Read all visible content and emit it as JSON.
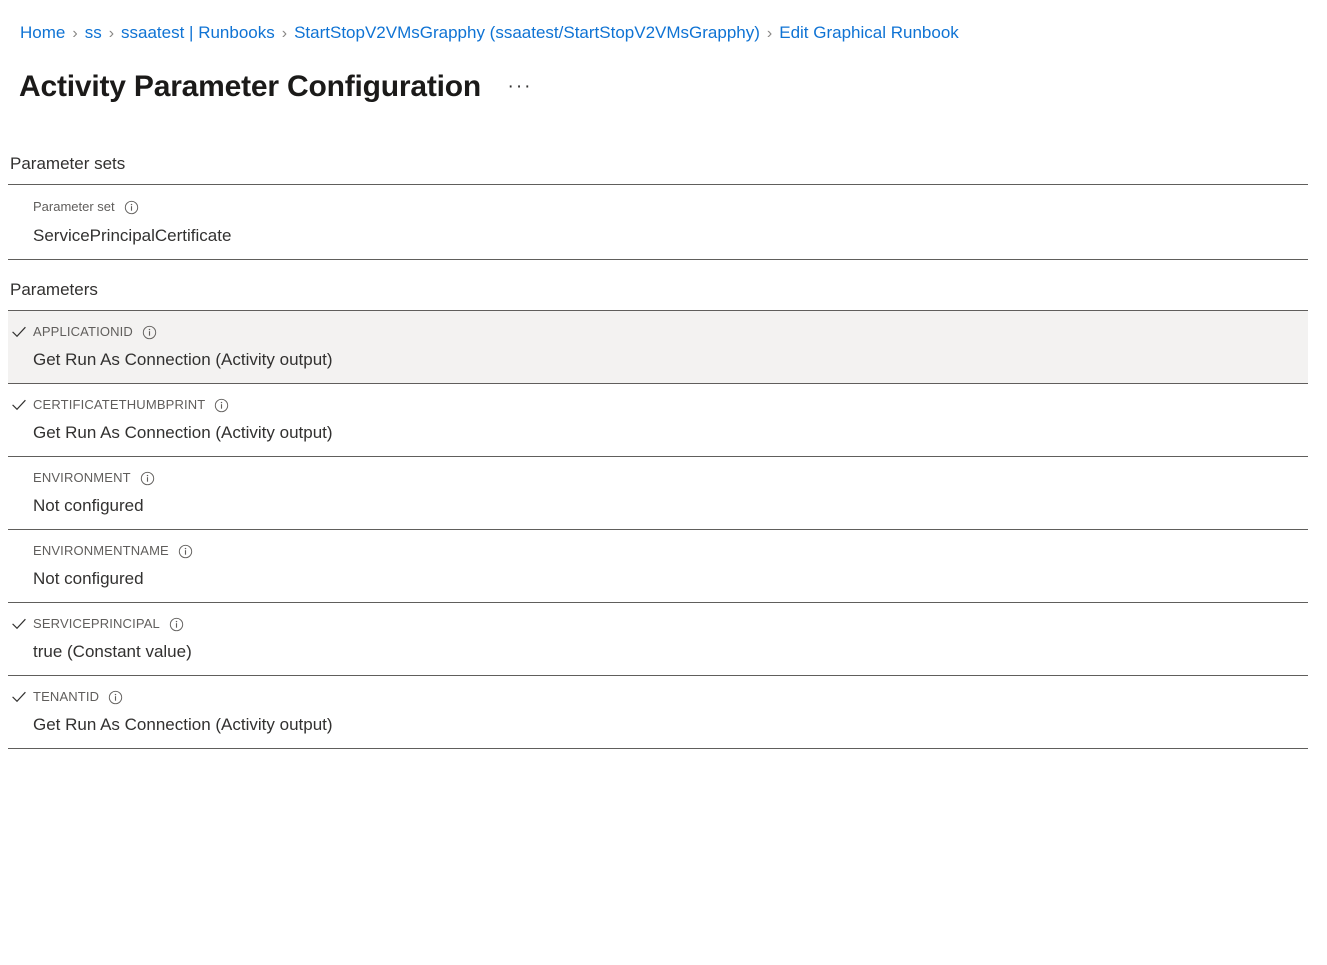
{
  "breadcrumb": {
    "separator": "›",
    "items": [
      {
        "label": "Home"
      },
      {
        "label": "ss"
      },
      {
        "label": "ssaatest | Runbooks"
      },
      {
        "label": "StartStopV2VMsGrapphy (ssaatest/StartStopV2VMsGrapphy)"
      },
      {
        "label": "Edit Graphical Runbook"
      }
    ]
  },
  "header": {
    "title": "Activity Parameter Configuration",
    "more_label": "···"
  },
  "sections": {
    "parameter_sets": {
      "heading": "Parameter sets",
      "field_label": "Parameter set",
      "field_value": "ServicePrincipalCertificate"
    },
    "parameters": {
      "heading": "Parameters",
      "rows": [
        {
          "name": "APPLICATIONID",
          "value": "Get Run As Connection (Activity output)",
          "configured": true,
          "selected": true
        },
        {
          "name": "CERTIFICATETHUMBPRINT",
          "value": "Get Run As Connection (Activity output)",
          "configured": true,
          "selected": false
        },
        {
          "name": "ENVIRONMENT",
          "value": "Not configured",
          "configured": false,
          "selected": false
        },
        {
          "name": "ENVIRONMENTNAME",
          "value": "Not configured",
          "configured": false,
          "selected": false
        },
        {
          "name": "SERVICEPRINCIPAL",
          "value": "true (Constant value)",
          "configured": true,
          "selected": false
        },
        {
          "name": "TENANTID",
          "value": "Get Run As Connection (Activity output)",
          "configured": true,
          "selected": false
        }
      ]
    }
  },
  "colors": {
    "link": "#0f73d4",
    "text_primary": "#323130",
    "text_secondary": "#605e5c",
    "title": "#1b1a19",
    "row_selected_bg": "#f3f2f1",
    "divider": "#605e5c"
  }
}
